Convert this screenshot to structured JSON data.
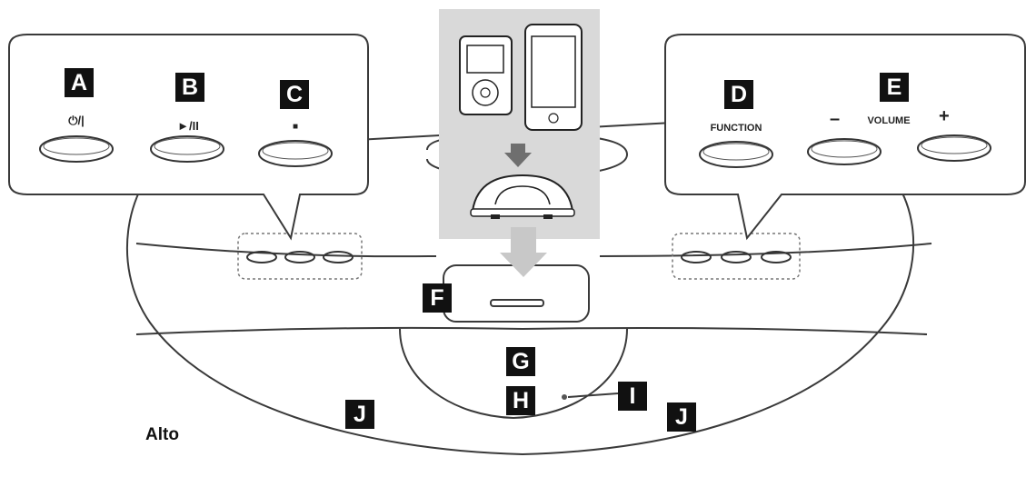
{
  "model_label": "Alto",
  "callout_letters": {
    "a": "A",
    "b": "B",
    "c": "C",
    "d": "D",
    "e": "E",
    "f": "F",
    "g": "G",
    "h": "H",
    "i": "I",
    "j_left": "J",
    "j_right": "J"
  },
  "left_panel": {
    "power_label": "⏻/|",
    "play_pause_label": "►/II",
    "stop_label": "■"
  },
  "right_panel": {
    "function_label": "FUNCTION",
    "volume_label": "VOLUME",
    "volume_minus": "–",
    "volume_plus": "+"
  },
  "colors": {
    "line": "#3a3a3a",
    "dock_panel": "#d9d9d9",
    "arrow": "#6f6f6f",
    "letter_bg": "#111111",
    "letter_text": "#ffffff"
  }
}
